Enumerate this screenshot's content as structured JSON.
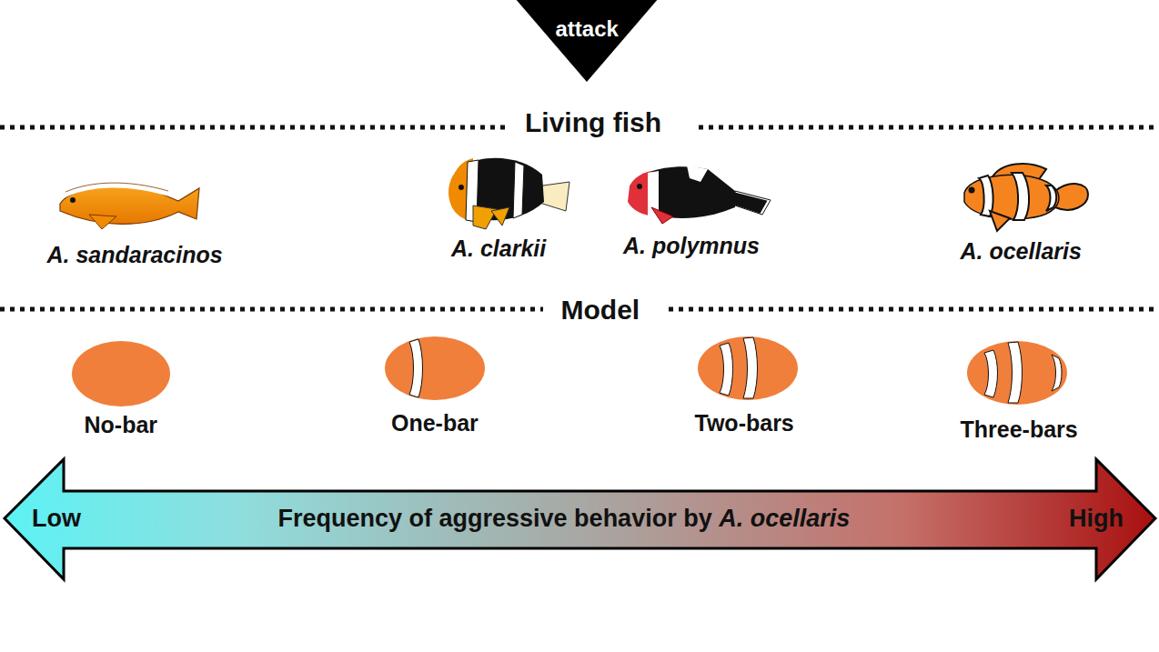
{
  "diagram": {
    "nodes": [
      {
        "text": [
          "attack"
        ]
      },
      {
        "text": [
          "Low",
          "Frequency of aggressive behavior by A. ocellaris",
          "High"
        ]
      }
    ],
    "labels": [
      "Living fish",
      "A. sandaracinos",
      "A. clarkii",
      "A. polymnus",
      "A. ocellaris",
      "Model",
      "No-bar",
      "One-bar",
      "Two-bars",
      "Three-bars"
    ]
  }
}
